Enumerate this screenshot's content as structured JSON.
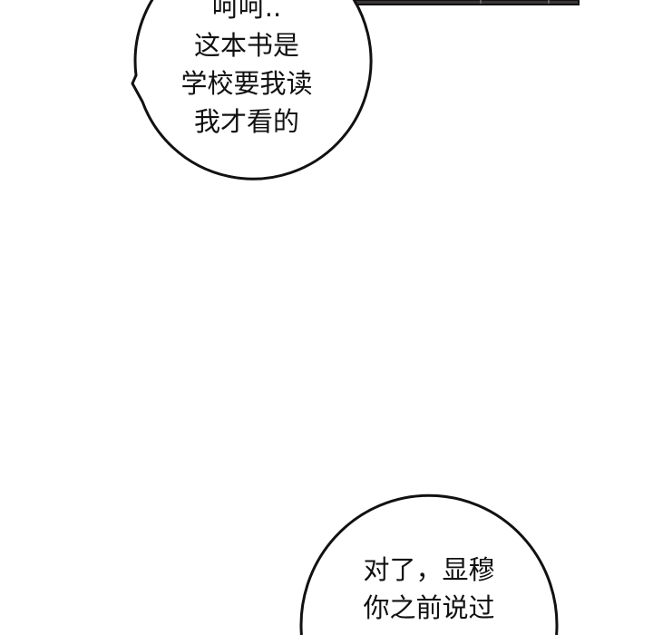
{
  "bubble_top": {
    "lines": [
      "呵呵..",
      "这本书是",
      "学校要我读",
      "我才看的"
    ]
  },
  "bubble_bottom": {
    "lines": [
      "对了，显穆",
      "你之前说过"
    ]
  },
  "colors": {
    "background": "#ffffff",
    "outline": "#111111",
    "panel_fill": "#3a3538"
  }
}
